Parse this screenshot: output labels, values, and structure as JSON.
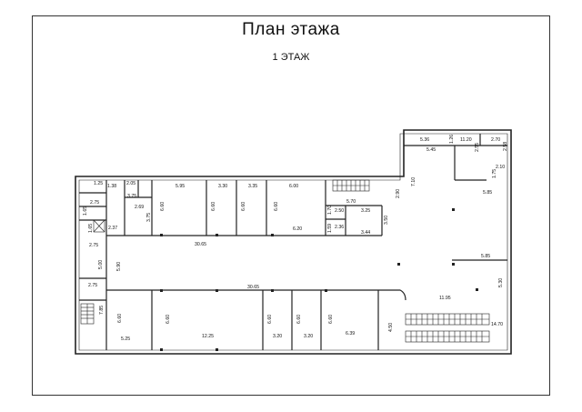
{
  "header": {
    "title": "План  этажа",
    "floor_label": "1 ЭТАЖ"
  },
  "plan": {
    "dimensions": [
      {
        "id": "d01",
        "text": "1.25"
      },
      {
        "id": "d02",
        "text": "1.38"
      },
      {
        "id": "d03",
        "text": "2.05"
      },
      {
        "id": "d04",
        "text": "5.95"
      },
      {
        "id": "d05",
        "text": "3.30"
      },
      {
        "id": "d06",
        "text": "3.35"
      },
      {
        "id": "d07",
        "text": "6.00"
      },
      {
        "id": "d08",
        "text": "2.75"
      },
      {
        "id": "d09",
        "text": "3.75"
      },
      {
        "id": "d10",
        "text": "2.69"
      },
      {
        "id": "d11",
        "text": "3.75"
      },
      {
        "id": "d12",
        "text": "6.60"
      },
      {
        "id": "d13",
        "text": "6.60"
      },
      {
        "id": "d14",
        "text": "6.60"
      },
      {
        "id": "d15",
        "text": "6.60"
      },
      {
        "id": "d16",
        "text": "6.20"
      },
      {
        "id": "d17",
        "text": "1.65"
      },
      {
        "id": "d18",
        "text": "1.65"
      },
      {
        "id": "d19",
        "text": "2.37"
      },
      {
        "id": "d20",
        "text": "2.75"
      },
      {
        "id": "d21",
        "text": "30.65"
      },
      {
        "id": "d22",
        "text": "5.00"
      },
      {
        "id": "d23",
        "text": "5.90"
      },
      {
        "id": "d24",
        "text": "2.75"
      },
      {
        "id": "d25",
        "text": "30.65"
      },
      {
        "id": "d26",
        "text": "7.85"
      },
      {
        "id": "d27",
        "text": "6.60"
      },
      {
        "id": "d28",
        "text": "6.60"
      },
      {
        "id": "d29",
        "text": "5.25"
      },
      {
        "id": "d30",
        "text": "12.25"
      },
      {
        "id": "d31",
        "text": "6.60"
      },
      {
        "id": "d32",
        "text": "3.20"
      },
      {
        "id": "d33",
        "text": "6.60"
      },
      {
        "id": "d34",
        "text": "3.20"
      },
      {
        "id": "d35",
        "text": "6.60"
      },
      {
        "id": "d36",
        "text": "6.39"
      },
      {
        "id": "d37",
        "text": "4.50"
      },
      {
        "id": "d38",
        "text": "5.70"
      },
      {
        "id": "d39",
        "text": "2.90"
      },
      {
        "id": "d40",
        "text": "1.70"
      },
      {
        "id": "d41",
        "text": "2.50"
      },
      {
        "id": "d42",
        "text": "3.25"
      },
      {
        "id": "d43",
        "text": "1.59"
      },
      {
        "id": "d44",
        "text": "2.36"
      },
      {
        "id": "d45",
        "text": "3.50"
      },
      {
        "id": "d46",
        "text": "3.44"
      },
      {
        "id": "d47",
        "text": "5.36"
      },
      {
        "id": "d48",
        "text": "1.26"
      },
      {
        "id": "d49",
        "text": "11.20"
      },
      {
        "id": "d50",
        "text": "2.70"
      },
      {
        "id": "d51",
        "text": "5.45"
      },
      {
        "id": "d52",
        "text": "2.55"
      },
      {
        "id": "d53",
        "text": "2.58"
      },
      {
        "id": "d54",
        "text": "7.10"
      },
      {
        "id": "d55",
        "text": "2.10"
      },
      {
        "id": "d56",
        "text": "1.75"
      },
      {
        "id": "d57",
        "text": "5.85"
      },
      {
        "id": "d58",
        "text": "5.85"
      },
      {
        "id": "d59",
        "text": "5.30"
      },
      {
        "id": "d60",
        "text": "11.95"
      },
      {
        "id": "d61",
        "text": "14.70"
      }
    ]
  }
}
